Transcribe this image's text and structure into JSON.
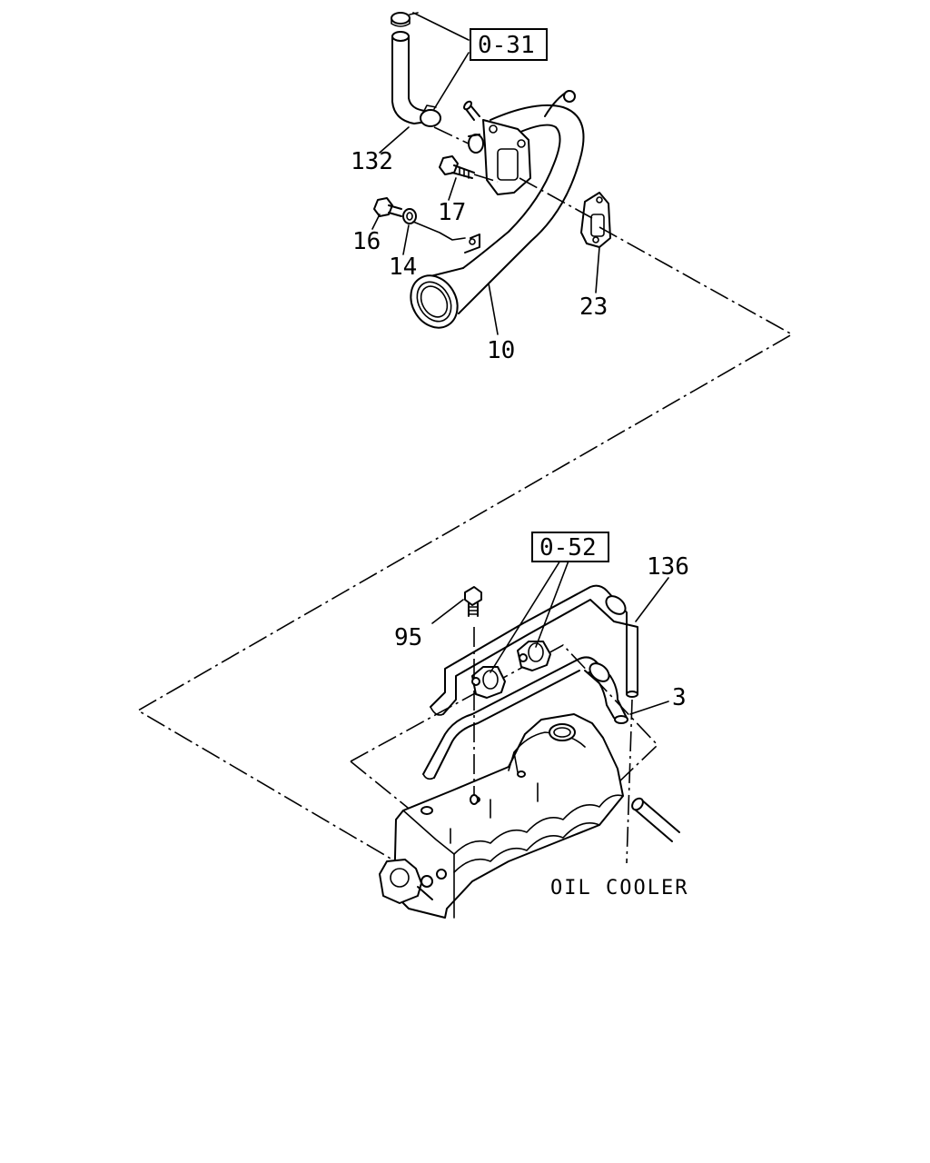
{
  "callouts": {
    "ref_0_31": "0-31",
    "ref_0_52": "0-52",
    "p132": "132",
    "p17": "17",
    "p16": "16",
    "p14": "14",
    "p23": "23",
    "p10": "10",
    "p136": "136",
    "p95": "95",
    "p3": "3"
  },
  "notes": {
    "oil_cooler": "OIL COOLER"
  }
}
